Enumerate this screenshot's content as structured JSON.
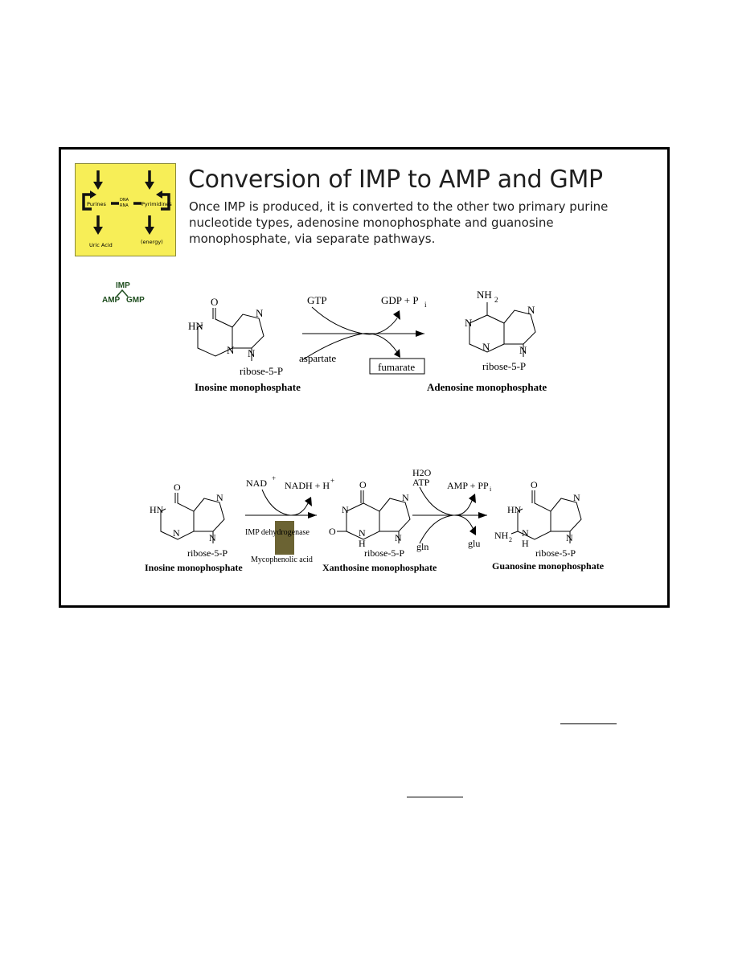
{
  "slide": {
    "title": "Conversion of IMP to AMP and GMP",
    "subtitle": "Once IMP is produced, it is converted to the other two primary purine nucleotide types, adenosine monophosphate and guanosine monophosphate, via separate pathways."
  },
  "thumbnail": {
    "purines": "Purines",
    "pyrimidines": "Pyrimidines",
    "dna": "DNA",
    "rna": "RNA",
    "uric_acid": "Uric Acid",
    "energy": "(energy)"
  },
  "branch_icon": {
    "top": "IMP",
    "left": "AMP",
    "right": "GMP"
  },
  "amp_pathway": {
    "substrate": "Inosine monophosphate",
    "product": "Adenosine monophosphate",
    "cofactor_in": "GTP",
    "cofactor_out": "GDP + P",
    "cofactor_out_sub": "i",
    "cosubstrate_in": "aspartate",
    "byproduct": "fumarate"
  },
  "gmp_pathway": {
    "substrate": "Inosine monophosphate",
    "intermediate": "Xanthosine monophosphate",
    "product": "Guanosine monophosphate",
    "nad_in": "NAD",
    "nad_out": "NADH + H",
    "enzyme": "IMP dehydrogenase",
    "inhibitor": "Mycophenolic acid",
    "water": "H2O",
    "atp": "ATP",
    "atp_out": "AMP + PP",
    "atp_out_sub": "i",
    "gln": "gln",
    "glu": "glu"
  },
  "structure_labels": {
    "o": "O",
    "n": "N",
    "hn": "HN",
    "h": "H",
    "nh2": "NH",
    "sub2": "2",
    "plus": "+",
    "ribose": "ribose-5-P"
  },
  "colors": {
    "thumbnail_bg": "#f7ee57",
    "inhibitor_box": "#6b6333",
    "icon_green": "#1e4d1e"
  }
}
